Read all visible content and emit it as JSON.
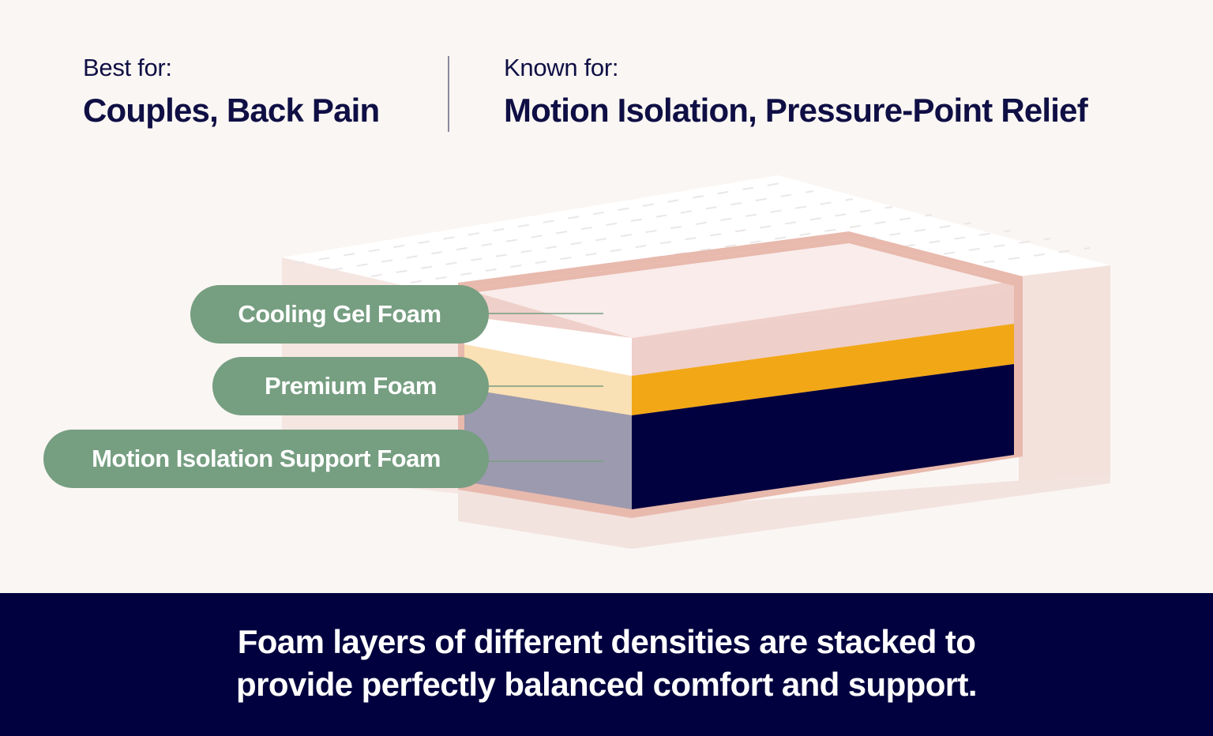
{
  "header": {
    "best_for": {
      "label": "Best for:",
      "value": "Couples, Back Pain"
    },
    "known_for": {
      "label": "Known for:",
      "value": "Motion Isolation, Pressure-Point Relief"
    }
  },
  "layers": [
    {
      "label": "Cooling Gel Foam",
      "color": "#ffffff"
    },
    {
      "label": "Premium Foam",
      "color": "#f2a716"
    },
    {
      "label": "Motion Isolation Support Foam",
      "color": "#01013f"
    }
  ],
  "colors": {
    "background": "#faf6f3",
    "pill": "#769e81",
    "navy": "#01013f",
    "gold": "#f2a716",
    "cover": "#f3e1dc",
    "trim": "#e8b9ad"
  },
  "footer": {
    "line1": "Foam layers of different densities are stacked to",
    "line2": "provide perfectly balanced comfort and support."
  }
}
